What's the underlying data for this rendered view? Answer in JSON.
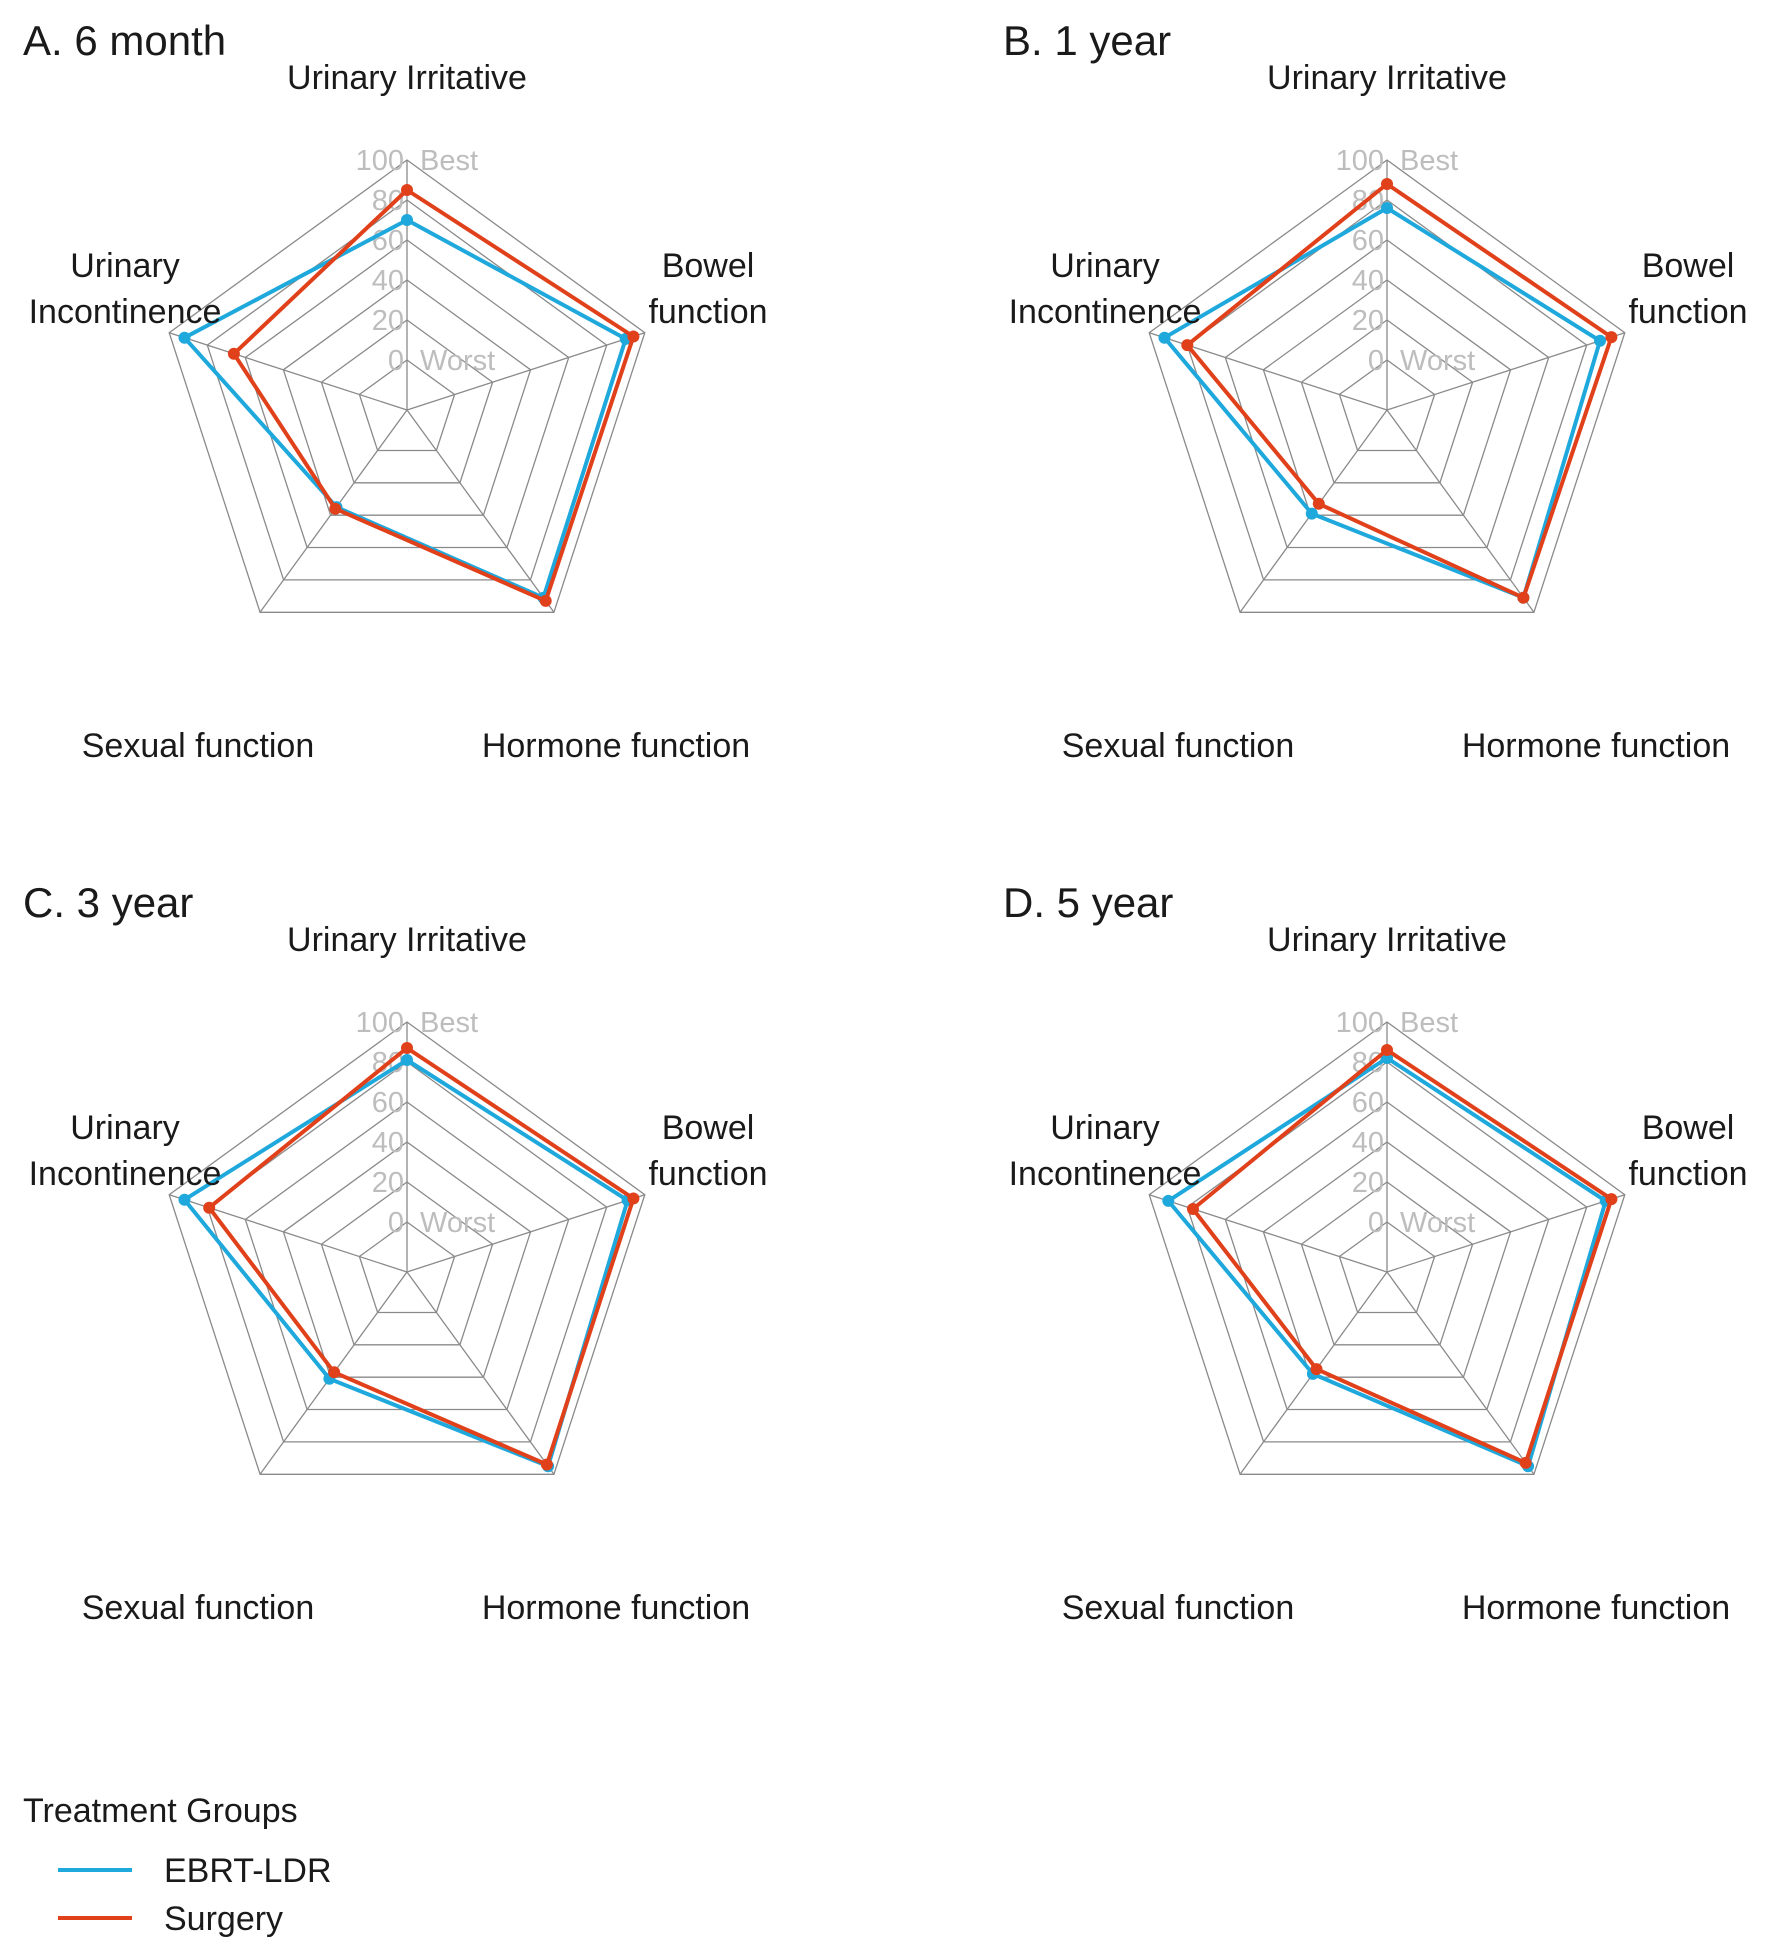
{
  "colors": {
    "EBRT-LDR": "#1EA8DC",
    "Surgery": "#E0401A"
  },
  "radial_labels": {
    "outer": "Best",
    "inner": "Worst",
    "ticks": [
      "0",
      "20",
      "40",
      "60",
      "80",
      "100"
    ]
  },
  "legend": {
    "title": "Treatment Groups",
    "items": [
      "EBRT-LDR",
      "Surgery"
    ]
  },
  "chart_data": [
    {
      "type": "radar",
      "title": "A. 6 month",
      "axes": [
        [
          "Urinary Irritative"
        ],
        [
          "Bowel",
          "function"
        ],
        [
          "Hormone function"
        ],
        [
          "Sexual function"
        ],
        [
          "Urinary",
          "Incontinence"
        ]
      ],
      "axis_names": [
        "Urinary Irritative",
        "Bowel function",
        "Hormone function",
        "Sexual function",
        "Urinary Incontinence"
      ],
      "rlim": [
        0,
        100
      ],
      "series": [
        {
          "name": "EBRT-LDR",
          "values": [
            70,
            90,
            91,
            35,
            92
          ]
        },
        {
          "name": "Surgery",
          "values": [
            85,
            94,
            93,
            36,
            66
          ]
        }
      ]
    },
    {
      "type": "radar",
      "title": "B. 1 year",
      "axes": [
        [
          "Urinary Irritative"
        ],
        [
          "Bowel",
          "function"
        ],
        [
          "Hormone function"
        ],
        [
          "Sexual function"
        ],
        [
          "Urinary",
          "Incontinence"
        ]
      ],
      "axis_names": [
        "Urinary Irritative",
        "Bowel function",
        "Hormone function",
        "Sexual function",
        "Urinary Incontinence"
      ],
      "rlim": [
        0,
        100
      ],
      "series": [
        {
          "name": "EBRT-LDR",
          "values": [
            76,
            87,
            91,
            39,
            92
          ]
        },
        {
          "name": "Surgery",
          "values": [
            88,
            93,
            91,
            33,
            80
          ]
        }
      ]
    },
    {
      "type": "radar",
      "title": "C. 3 year",
      "axes": [
        [
          "Urinary Irritative"
        ],
        [
          "Bowel",
          "function"
        ],
        [
          "Hormone function"
        ],
        [
          "Sexual function"
        ],
        [
          "Urinary",
          "Incontinence"
        ]
      ],
      "axis_names": [
        "Urinary Irritative",
        "Bowel function",
        "Hormone function",
        "Sexual function",
        "Urinary Incontinence"
      ],
      "rlim": [
        0,
        100
      ],
      "series": [
        {
          "name": "EBRT-LDR",
          "values": [
            81,
            91,
            95,
            41,
            92
          ]
        },
        {
          "name": "Surgery",
          "values": [
            87,
            94,
            94,
            37,
            79
          ]
        }
      ]
    },
    {
      "type": "radar",
      "title": "D. 5 year",
      "axes": [
        [
          "Urinary Irritative"
        ],
        [
          "Bowel",
          "function"
        ],
        [
          "Hormone function"
        ],
        [
          "Sexual function"
        ],
        [
          "Urinary",
          "Incontinence"
        ]
      ],
      "axis_names": [
        "Urinary Irritative",
        "Bowel function",
        "Hormone function",
        "Sexual function",
        "Urinary Incontinence"
      ],
      "rlim": [
        0,
        100
      ],
      "series": [
        {
          "name": "EBRT-LDR",
          "values": [
            82,
            90,
            95,
            38,
            90
          ]
        },
        {
          "name": "Surgery",
          "values": [
            86,
            93,
            93,
            35,
            77
          ]
        }
      ]
    }
  ]
}
